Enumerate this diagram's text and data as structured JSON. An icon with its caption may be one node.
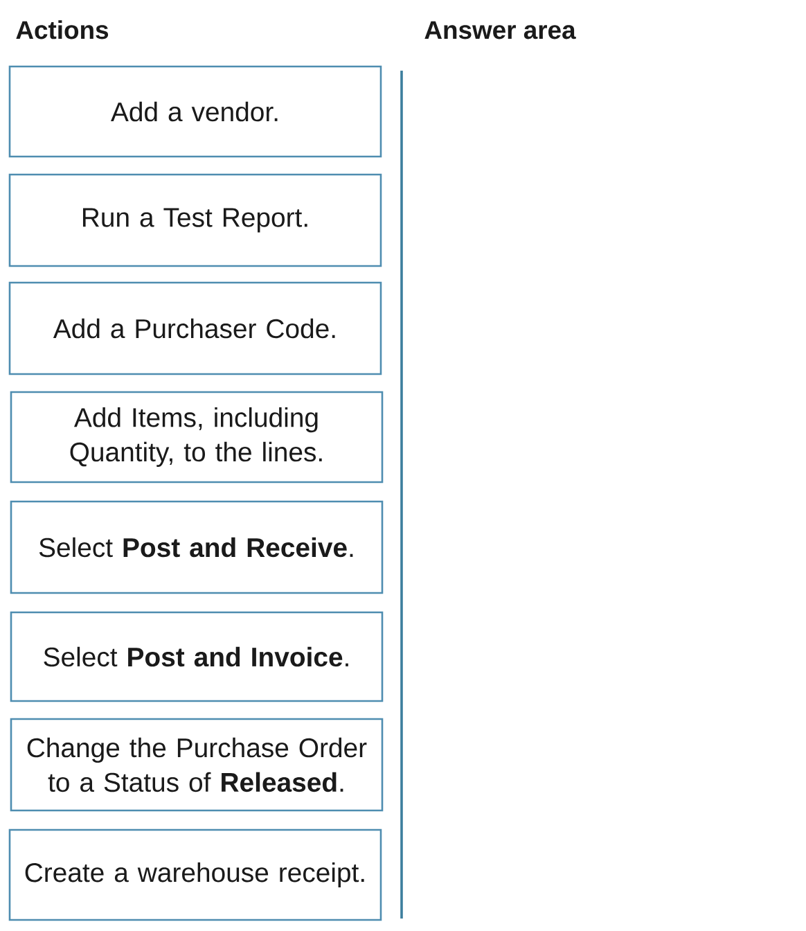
{
  "diagram": {
    "nodes": [
      {
        "text": [
          "Add a vendor."
        ]
      },
      {
        "text": [
          "Run a Test Report."
        ]
      },
      {
        "text": [
          "Add a Purchaser Code."
        ]
      },
      {
        "text": [
          "Add Items, including Quantity, to the lines."
        ]
      },
      {
        "text": [
          "Select **Post and Receive**."
        ]
      },
      {
        "text": [
          "Select **Post and Invoice**."
        ]
      },
      {
        "text": [
          "Change the Purchase Order to a Status of **Released**."
        ]
      },
      {
        "text": [
          "Create a warehouse receipt."
        ]
      }
    ],
    "labels": [
      "Actions",
      "Answer area"
    ]
  }
}
